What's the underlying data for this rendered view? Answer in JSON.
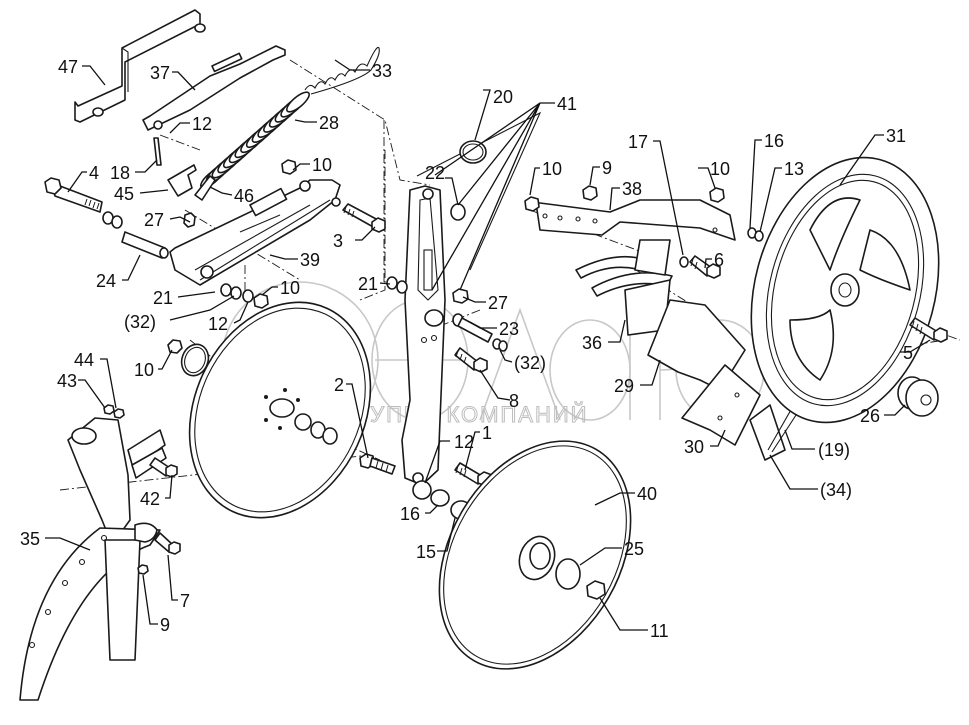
{
  "watermark": {
    "logo_text": "белагро",
    "subtitle": "ГРУППА КОМПАНИЙ",
    "color": "#c8c8c8"
  },
  "diagram": {
    "title": "",
    "type": "exploded-parts-view",
    "line_color": "#1a1a1a",
    "parts": [
      {
        "id": "frame-arm",
        "callout": "41"
      },
      {
        "id": "disc-left",
        "callout": "2"
      },
      {
        "id": "disc-right",
        "callout": "40"
      },
      {
        "id": "depth-wheel",
        "callout": "31"
      },
      {
        "id": "spring",
        "callout": "28"
      },
      {
        "id": "chain",
        "callout": "33"
      },
      {
        "id": "lever",
        "callout": "37"
      },
      {
        "id": "bracket-bar",
        "callout": "47"
      },
      {
        "id": "parallel-link",
        "callout": "39"
      },
      {
        "id": "coulter-boot",
        "callout": "35"
      },
      {
        "id": "wheel-bracket",
        "callout": "38"
      },
      {
        "id": "scraper",
        "callout": "36"
      },
      {
        "id": "deflector",
        "callout": "29"
      },
      {
        "id": "plate",
        "callout": "30"
      },
      {
        "id": "hub-cap",
        "callout": "26"
      }
    ],
    "callouts": [
      {
        "label": "47"
      },
      {
        "label": "37"
      },
      {
        "label": "33"
      },
      {
        "label": "12"
      },
      {
        "label": "28"
      },
      {
        "label": "18"
      },
      {
        "label": "4"
      },
      {
        "label": "45"
      },
      {
        "label": "46"
      },
      {
        "label": "10"
      },
      {
        "label": "27"
      },
      {
        "label": "3"
      },
      {
        "label": "24"
      },
      {
        "label": "39"
      },
      {
        "label": "21"
      },
      {
        "label": "10"
      },
      {
        "label": "(32)"
      },
      {
        "label": "12"
      },
      {
        "label": "20"
      },
      {
        "label": "41"
      },
      {
        "label": "22"
      },
      {
        "label": "10"
      },
      {
        "label": "9"
      },
      {
        "label": "38"
      },
      {
        "label": "17"
      },
      {
        "label": "10"
      },
      {
        "label": "16"
      },
      {
        "label": "13"
      },
      {
        "label": "31"
      },
      {
        "label": "21"
      },
      {
        "label": "27"
      },
      {
        "label": "6"
      },
      {
        "label": "23"
      },
      {
        "label": "(32)"
      },
      {
        "label": "36"
      },
      {
        "label": "5"
      },
      {
        "label": "10"
      },
      {
        "label": "2"
      },
      {
        "label": "8"
      },
      {
        "label": "29"
      },
      {
        "label": "44"
      },
      {
        "label": "43"
      },
      {
        "label": "26"
      },
      {
        "label": "12"
      },
      {
        "label": "1"
      },
      {
        "label": "30"
      },
      {
        "label": "(19)"
      },
      {
        "label": "42"
      },
      {
        "label": "16"
      },
      {
        "label": "40"
      },
      {
        "label": "(34)"
      },
      {
        "label": "15"
      },
      {
        "label": "25"
      },
      {
        "label": "35"
      },
      {
        "label": "7"
      },
      {
        "label": "11"
      },
      {
        "label": "9"
      }
    ]
  }
}
